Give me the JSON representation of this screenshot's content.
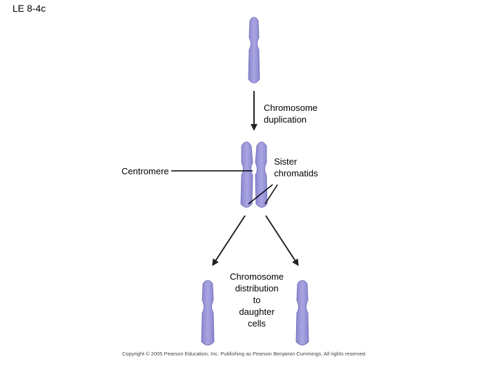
{
  "slide_id": "LE 8-4c",
  "labels": {
    "duplication": [
      "Chromosome",
      "duplication"
    ],
    "centromere": "Centromere",
    "sister_chromatids": [
      "Sister",
      "chromatids"
    ],
    "distribution": [
      "Chromosome",
      "distribution",
      "to",
      "daughter",
      "cells"
    ]
  },
  "copyright": "Copyright © 2005 Pearson Education, Inc. Publishing as Pearson Benjamin Cummings. All rights reserved.",
  "colors": {
    "chromosome_fill": "#9b97d8",
    "chromosome_stroke": "#7a75bd",
    "line": "#000000"
  }
}
